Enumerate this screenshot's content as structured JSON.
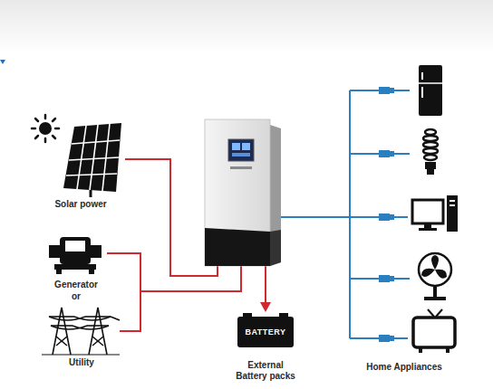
{
  "diagram": {
    "nodes": [
      {
        "text": [
          "BATTERY",
          "External Battery packs"
        ]
      }
    ],
    "labels": [
      "Solar power",
      "Generator",
      "or",
      "Utility",
      "Home Appliances"
    ]
  }
}
